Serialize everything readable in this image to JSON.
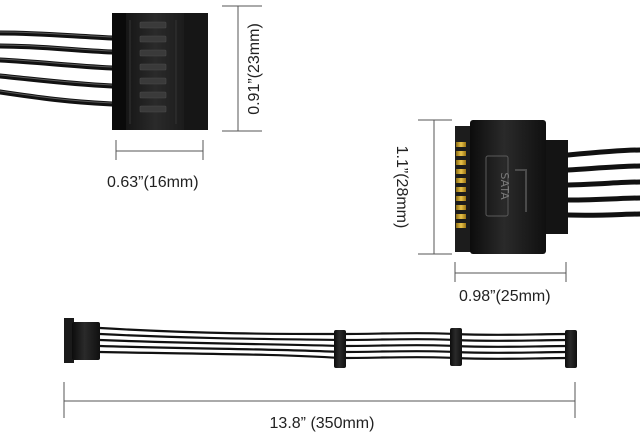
{
  "dimensions": {
    "female_width": "0.63”(16mm)",
    "female_height": "0.91”(23mm)",
    "male_height": "1.1”(28mm)",
    "male_width": "0.98”(25mm)",
    "cable_length": "13.8” (350mm)"
  },
  "connector": {
    "label": "SATA"
  },
  "colors": {
    "cable": "#111111",
    "connector_body": "#1a1a1a",
    "dimension_line": "#555555",
    "text": "#222222"
  }
}
